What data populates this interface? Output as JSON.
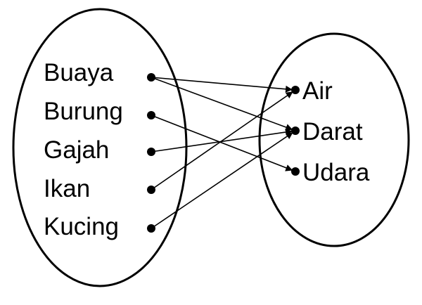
{
  "domain_set": {
    "items": [
      {
        "id": "buaya",
        "label": "Buaya"
      },
      {
        "id": "burung",
        "label": "Burung"
      },
      {
        "id": "gajah",
        "label": "Gajah"
      },
      {
        "id": "ikan",
        "label": "Ikan"
      },
      {
        "id": "kucing",
        "label": "Kucing"
      }
    ]
  },
  "codomain_set": {
    "items": [
      {
        "id": "air",
        "label": "Air"
      },
      {
        "id": "darat",
        "label": "Darat"
      },
      {
        "id": "udara",
        "label": "Udara"
      }
    ]
  },
  "relations": [
    {
      "from": "buaya",
      "to": "air"
    },
    {
      "from": "buaya",
      "to": "darat"
    },
    {
      "from": "burung",
      "to": "udara"
    },
    {
      "from": "gajah",
      "to": "darat"
    },
    {
      "from": "ikan",
      "to": "air"
    },
    {
      "from": "kucing",
      "to": "darat"
    }
  ]
}
